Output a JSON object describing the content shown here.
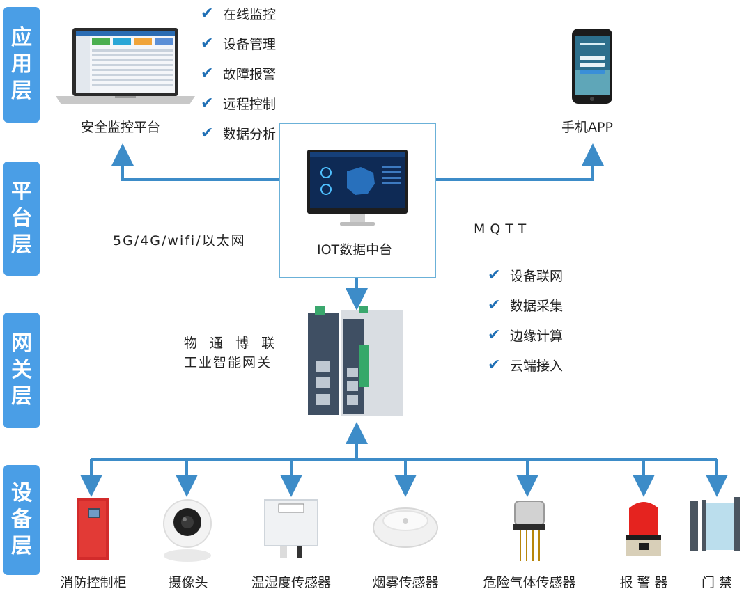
{
  "layers": [
    "应用层",
    "平台层",
    "网关层",
    "设备层"
  ],
  "app": {
    "platform_label": "安全监控平台",
    "mobile_label": "手机APP",
    "features": [
      "在线监控",
      "设备管理",
      "故障报警",
      "远程控制",
      "数据分析"
    ]
  },
  "platform": {
    "center_label": "IOT数据中台",
    "network_label": "5G/4G/wifi/以太网",
    "protocol_label": "MQTT"
  },
  "gateway": {
    "name_line1": "物 通 博 联",
    "name_line2": "工业智能网关",
    "features": [
      "设备联网",
      "数据采集",
      "边缘计算",
      "云端接入"
    ]
  },
  "devices": [
    "消防控制柜",
    "摄像头",
    "温湿度传感器",
    "烟雾传感器",
    "危险气体传感器",
    "报 警 器",
    "门 禁"
  ],
  "colors": {
    "layer_bg": "#4a9ee6",
    "arrow": "#3d8cc8",
    "check": "#1f6fb5",
    "box_border": "#6bb1d8"
  },
  "icons": {
    "check": "check-icon"
  }
}
